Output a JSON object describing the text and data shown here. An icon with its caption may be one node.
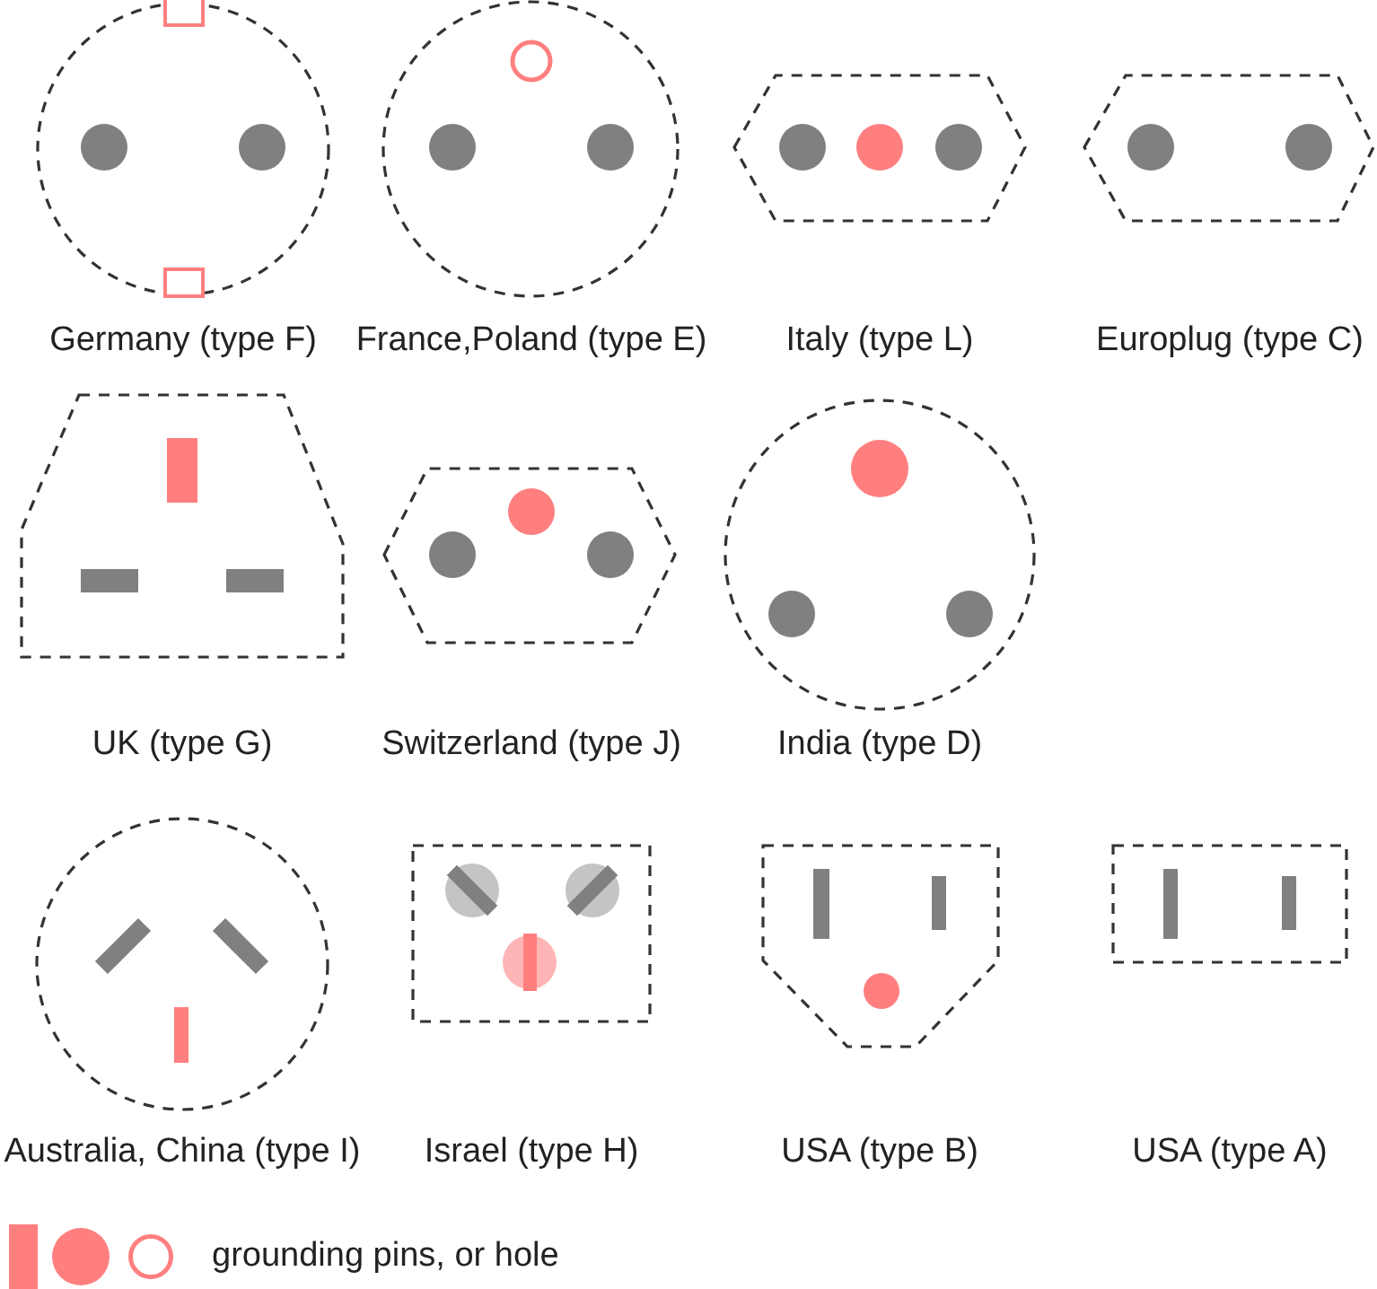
{
  "diagram": {
    "labels": [
      "Germany (type F)",
      "France,Poland (type E)",
      "Italy (type L)",
      "Europlug (type C)",
      "UK (type G)",
      "Switzerland (type J)",
      "India (type D)",
      "Australia, China (type I)",
      "Israel (type H)",
      "USA (type B)",
      "USA (type A)"
    ],
    "legend": [
      {
        "text": "grounding pins, or hole"
      }
    ]
  }
}
